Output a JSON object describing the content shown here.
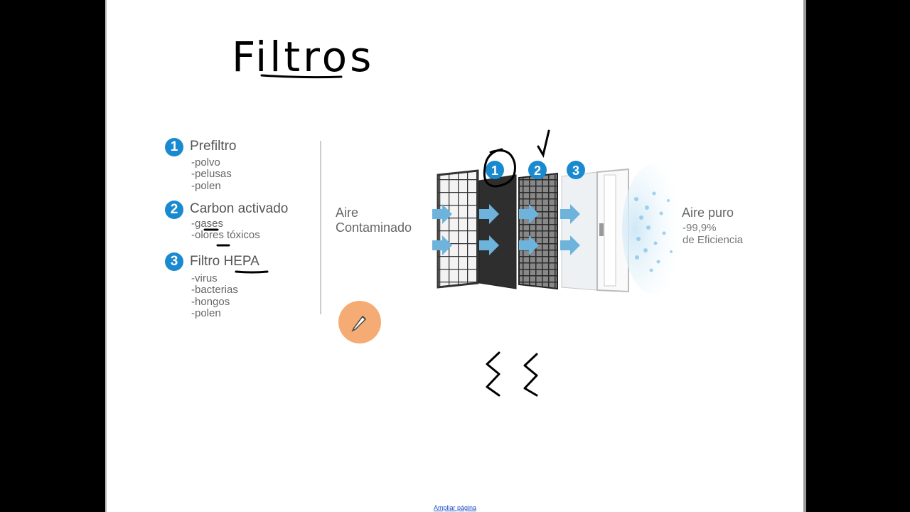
{
  "title": "Filtros",
  "left_list": [
    {
      "num": "1",
      "title": "Prefiltro",
      "items": [
        "-polvo",
        "-pelusas",
        "-polen"
      ]
    },
    {
      "num": "2",
      "title": "Carbon activado",
      "items": [
        "-gases",
        "-olores tóxicos"
      ]
    },
    {
      "num": "3",
      "title": "Filtro HEPA",
      "items": [
        "-virus",
        "-bacterias",
        "-hongos",
        "-polen"
      ]
    }
  ],
  "diagram": {
    "badges": [
      "1",
      "2",
      "3"
    ],
    "input_label": [
      "Aire",
      "Contaminado"
    ],
    "output_label": "Aire puro",
    "efficiency": [
      "-99,9%",
      "de Eficiencia"
    ]
  },
  "footer_link": "Ampliar página",
  "colors": {
    "accent": "#1a8ad0",
    "arrow": "#6eb3dc",
    "pointer": "#f4a466"
  }
}
